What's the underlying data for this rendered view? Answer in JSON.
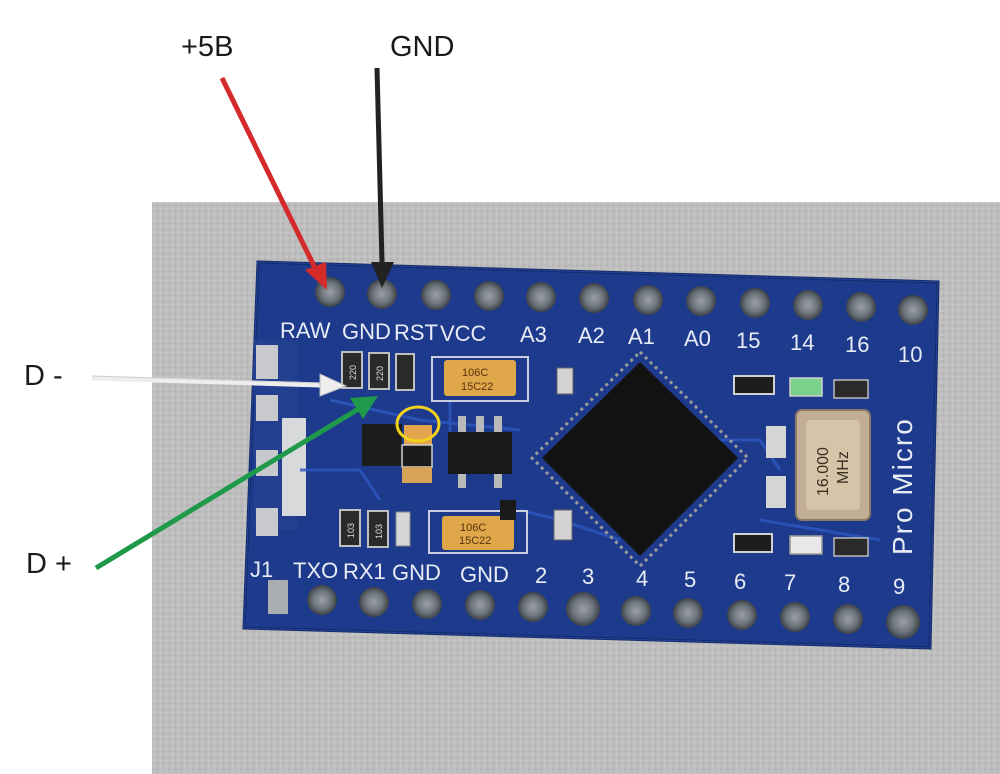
{
  "callouts": {
    "plus5v": "+5B",
    "gnd": "GND",
    "d_minus": "D -",
    "d_plus": "D +"
  },
  "board": {
    "name": "Pro Micro",
    "top_pins": [
      "RAW",
      "GND",
      "RST",
      "VCC",
      "A3",
      "A2",
      "A1",
      "A0",
      "15",
      "14",
      "16",
      "10"
    ],
    "bottom_pins": [
      "J1",
      "TXO",
      "RX1",
      "GND",
      "GND",
      "2",
      "3",
      "4",
      "5",
      "6",
      "7",
      "8",
      "9"
    ],
    "resistor_labels": [
      "220",
      "220",
      "103",
      "103"
    ],
    "capacitor_labels": [
      {
        "line1": "106C",
        "line2": "15C22"
      },
      {
        "line1": "106C",
        "line2": "15C22"
      }
    ],
    "crystal": {
      "line1": "16.000",
      "line2": "MHz"
    }
  },
  "colors": {
    "pcb": "#1d3a8c",
    "arrow_5v": "#d42a2a",
    "arrow_gnd": "#222222",
    "arrow_dminus": "#eeeeee",
    "arrow_dplus": "#1f9a4a",
    "highlight_circle": "#f2d21c"
  }
}
